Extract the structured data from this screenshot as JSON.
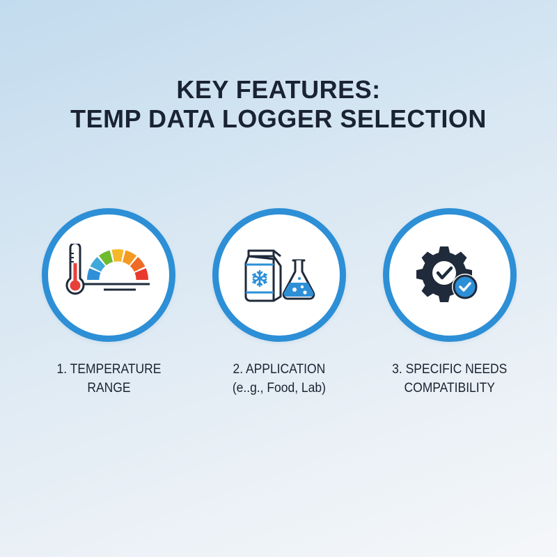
{
  "title": {
    "line1": "KEY FEATURES:",
    "line2": "TEMP DATA LOGGER SELECTION"
  },
  "features": [
    {
      "number": "1",
      "label_line1": "1. TEMPERATURE",
      "label_line2": "RANGE",
      "icon": "thermometer-gauge-icon"
    },
    {
      "number": "2",
      "label_line1": "2. APPLICATION",
      "label_line2": "(e..g., Food, Lab)",
      "icon": "food-carton-flask-icon"
    },
    {
      "number": "3",
      "label_line1": "3. SPECIFIC NEEDS",
      "label_line2": "COMPATIBILITY",
      "icon": "gear-check-icon"
    }
  ],
  "colors": {
    "ring": "#2d8fd6",
    "text": "#1a2332",
    "icon_dark": "#1f2a3a",
    "accent_blue": "#2d8fd6",
    "gauge": [
      "#2f8fd8",
      "#3fa9d9",
      "#6fbb2e",
      "#f4b829",
      "#f39a22",
      "#ef6a25",
      "#e83a2f"
    ],
    "thermo_red": "#e8403a"
  }
}
